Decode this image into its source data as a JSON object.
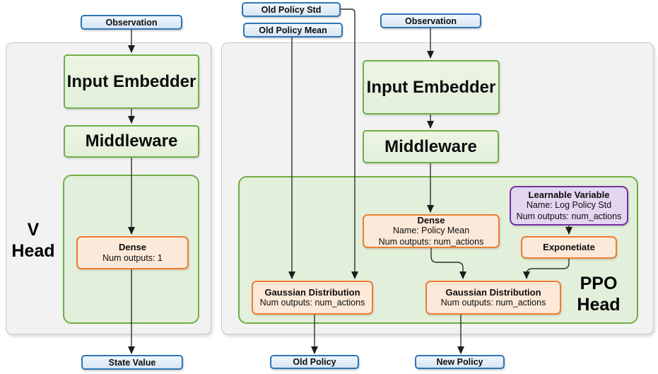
{
  "v": {
    "label1": "V",
    "label2": "Head",
    "observation": "Observation",
    "input_embedder": "Input Embedder",
    "middleware": "Middleware",
    "dense_title": "Dense",
    "dense_line1": "Num outputs: 1",
    "state_value": "State Value"
  },
  "ppo": {
    "label1": "PPO",
    "label2": "Head",
    "old_policy_std": "Old Policy Std",
    "old_policy_mean": "Old Policy Mean",
    "observation": "Observation",
    "input_embedder": "Input Embedder",
    "middleware": "Middleware",
    "dense_title": "Dense",
    "dense_line1": "Name: Policy Mean",
    "dense_line2": "Num outputs: num_actions",
    "learnable_title": "Learnable Variable",
    "learnable_line1": "Name: Log Policy Std",
    "learnable_line2": "Num outputs: num_actions",
    "exponetiate": "Exponetiate",
    "gaussian_old_title": "Gaussian Distribution",
    "gaussian_old_line1": "Num outputs: num_actions",
    "gaussian_new_title": "Gaussian Distribution",
    "gaussian_new_line1": "Num outputs: num_actions",
    "old_policy": "Old Policy",
    "new_policy": "New Policy"
  },
  "colors": {
    "blue_border": "#2E75B6",
    "blue_fill": "#DEEBF7",
    "green_border": "#70AD47",
    "green_fill": "#E2EFDA",
    "orange_border": "#ED7D31",
    "orange_fill": "#FBE5D6",
    "purple_border": "#7030A0",
    "purple_fill": "#E2D4F0",
    "panel_fill": "#F2F2F2",
    "connector": "#2E2E2E"
  }
}
